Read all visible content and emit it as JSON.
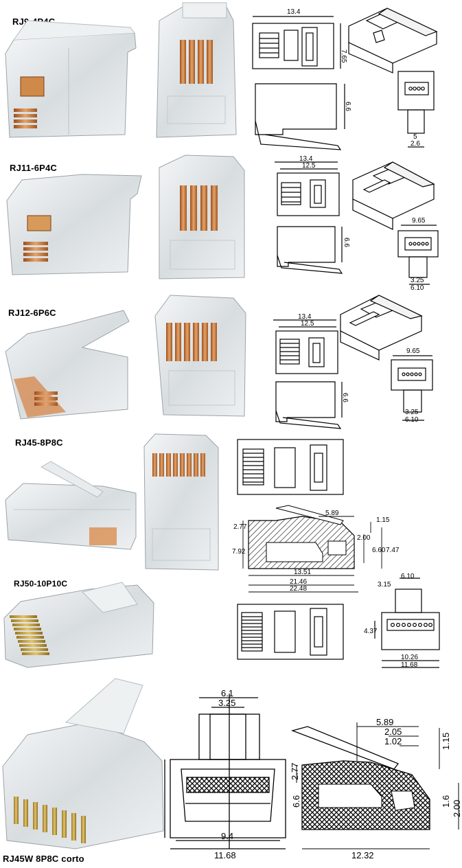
{
  "sections": [
    {
      "title": "RJ9-4P4C",
      "dims": {
        "width": "13.4",
        "height": "7.65",
        "side": "6.6",
        "front_a": "5",
        "front_b": "2.6"
      }
    },
    {
      "title": "RJ11-6P4C",
      "dims": {
        "width_outer": "13.4",
        "width_inner": "12.5",
        "side": "6.6",
        "front_top": "9.65",
        "front_a": "3.25",
        "front_b": "6.10"
      }
    },
    {
      "title": "RJ12-6P6C",
      "dims": {
        "width_outer": "13.4",
        "width_inner": "12.5",
        "side": "6.6",
        "front_top": "9.65",
        "front_a": "3.25",
        "front_b": "6.10"
      }
    },
    {
      "title": "RJ45-8P8C",
      "dims": {
        "d1": "5.89",
        "d2": "1.15",
        "d3": "2.77",
        "d4": "2.00",
        "d5": "6.60",
        "d6": "7.47",
        "d7": "7.92",
        "d8": "13.51",
        "d9": "21.46",
        "d10": "22.48"
      }
    },
    {
      "title": "RJ50-10P10C",
      "dims": {
        "f1": "6.10",
        "f2": "3.15",
        "f3": "4.37",
        "f4": "10.26",
        "f5": "11.68"
      }
    },
    {
      "title": "RJ45W 8P8C corto",
      "dims": {
        "a": "6.1",
        "b": "3.25",
        "c": "9.4",
        "d": "11.68",
        "e": "6.6",
        "f": "2.77",
        "g": "5.89",
        "h": "2.05",
        "i": "1.02",
        "j": "1.15",
        "k": "1.6",
        "l": "2.00",
        "m": "12.32"
      }
    }
  ],
  "colors": {
    "contact": "#c8773a",
    "plastic": "#dfe3e6",
    "line": "#000000"
  }
}
